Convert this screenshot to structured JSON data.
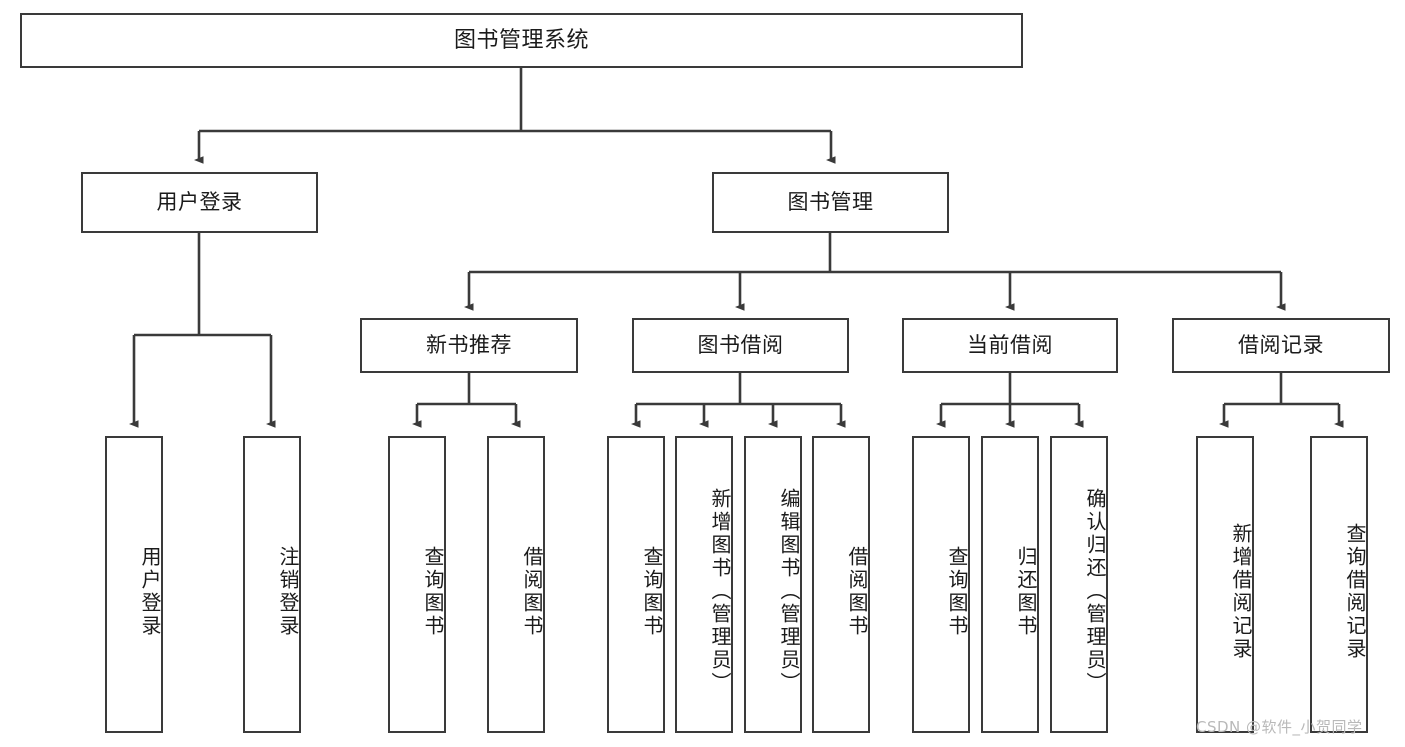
{
  "diagram": {
    "type": "tree",
    "title": "图书管理系统",
    "root": {
      "id": "root",
      "label": "图书管理系统"
    },
    "level2": [
      {
        "id": "user-login",
        "label": "用户登录"
      },
      {
        "id": "book-manage",
        "label": "图书管理"
      }
    ],
    "level3": [
      {
        "id": "new-book-recommend",
        "label": "新书推荐",
        "parent": "book-manage"
      },
      {
        "id": "book-borrow",
        "label": "图书借阅",
        "parent": "book-manage"
      },
      {
        "id": "current-borrow",
        "label": "当前借阅",
        "parent": "book-manage"
      },
      {
        "id": "borrow-record",
        "label": "借阅记录",
        "parent": "book-manage"
      }
    ],
    "leaves": {
      "user_login": [
        {
          "id": "leaf-user-login",
          "label": "用户登录"
        },
        {
          "id": "leaf-logout",
          "label": "注销登录"
        }
      ],
      "new_book_recommend": [
        {
          "id": "leaf-query-book-1",
          "label": "查询图书"
        },
        {
          "id": "leaf-borrow-book-1",
          "label": "借阅图书"
        }
      ],
      "book_borrow": [
        {
          "id": "leaf-query-book-2",
          "label": "查询图书"
        },
        {
          "id": "leaf-add-book",
          "label": "新增图书（管理员）"
        },
        {
          "id": "leaf-edit-book",
          "label": "编辑图书（管理员）"
        },
        {
          "id": "leaf-borrow-book-2",
          "label": "借阅图书"
        }
      ],
      "current_borrow": [
        {
          "id": "leaf-query-book-3",
          "label": "查询图书"
        },
        {
          "id": "leaf-return-book",
          "label": "归还图书"
        },
        {
          "id": "leaf-confirm-return",
          "label": "确认归还（管理员）"
        }
      ],
      "borrow_record": [
        {
          "id": "leaf-add-record",
          "label": "新增借阅记录"
        },
        {
          "id": "leaf-query-record",
          "label": "查询借阅记录"
        }
      ]
    }
  },
  "watermark": {
    "text": "CSDN @软件_小贺同学"
  },
  "colors": {
    "stroke": "#3a3a3a",
    "fill": "#ffffff",
    "text": "#1b1b1b",
    "watermark": "#b9b9b9"
  }
}
